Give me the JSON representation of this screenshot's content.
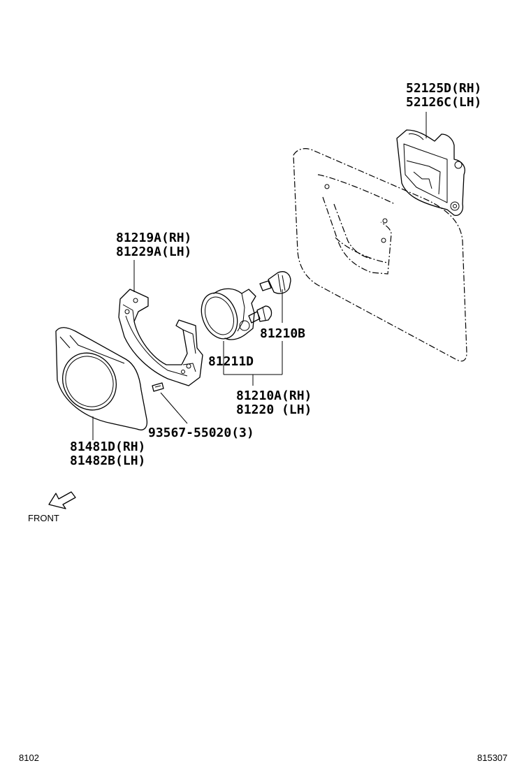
{
  "labels": {
    "p52125": "52125D(RH)",
    "p52126": "52126C(LH)",
    "p81219": "81219A(RH)",
    "p81229": "81229A(LH)",
    "p81210b": "81210B",
    "p81211": "81211D",
    "p81210a": "81210A(RH)",
    "p81220": "81220 (LH)",
    "p93567": "93567-55020(3)",
    "p81481": "81481D(RH)",
    "p81482": "81482B(LH)"
  },
  "front_label": "FRONT",
  "footer": {
    "left": "8102",
    "right": "815307"
  },
  "icons": {
    "front_arrow": "front-arrow-icon"
  }
}
